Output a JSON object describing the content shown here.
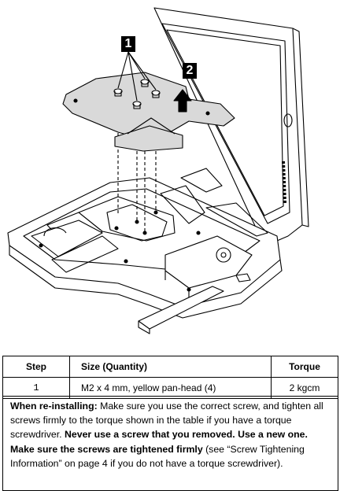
{
  "callouts": {
    "one": "1",
    "two": "2"
  },
  "table": {
    "headers": {
      "step": "Step",
      "size": "Size (Quantity)",
      "torque": "Torque"
    },
    "rows": [
      {
        "step": "1",
        "size": "M2 x 4 mm, yellow pan-head (4)",
        "torque": "2 kgcm"
      }
    ]
  },
  "note": {
    "lead": "When re-installing:",
    "text1": " Make sure you use the correct screw, and tighten all screws firmly to the torque shown in the table if you have a torque screwdriver. ",
    "bold1": "Never use a screw that you removed.  Use a new one.  Make sure the screws are tightened firmly",
    "text2": " (see “Screw Tightening Information” on page 4 if you do not have a torque screwdriver)."
  }
}
